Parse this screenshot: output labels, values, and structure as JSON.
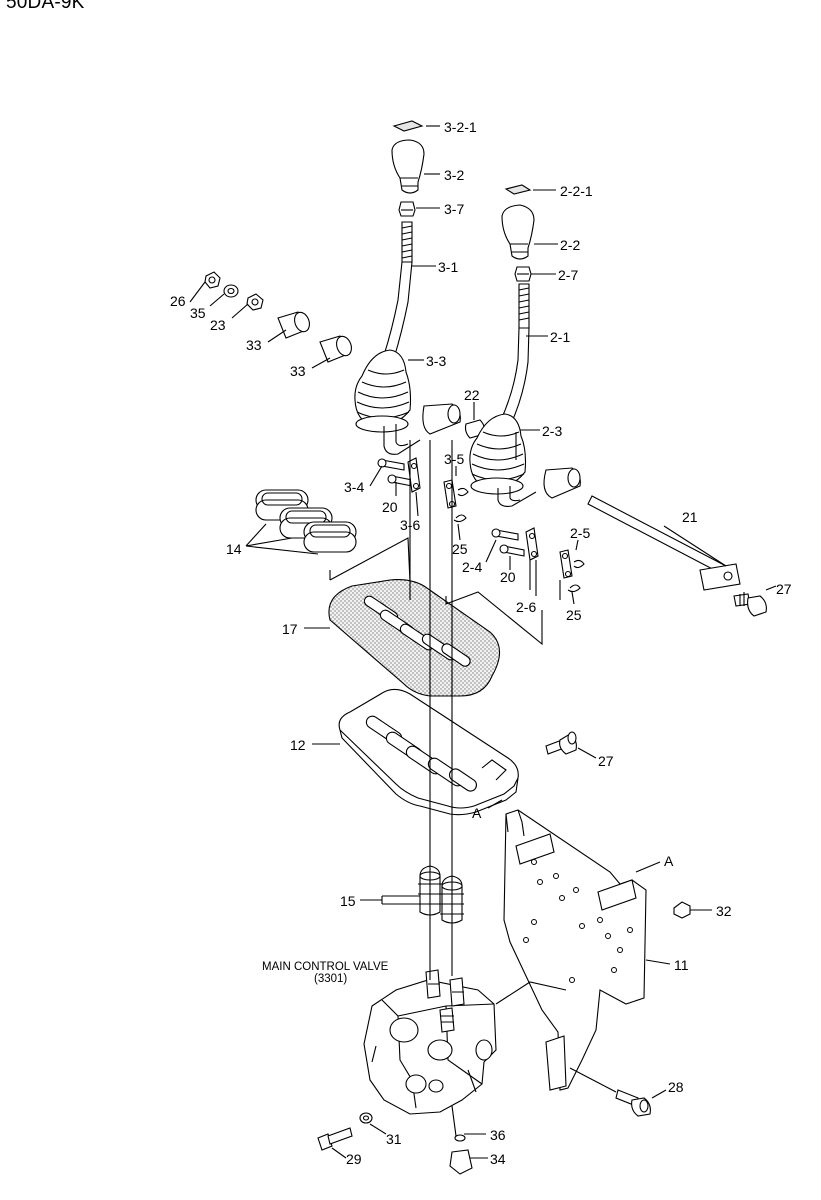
{
  "model": "50DA-9K",
  "main_valve": {
    "line1": "MAIN CONTROL VALVE",
    "line2": "(3301)"
  },
  "callouts": {
    "c3_2_1": "3-2-1",
    "c3_2": "3-2",
    "c3_7": "3-7",
    "c3_1": "3-1",
    "c3_3": "3-3",
    "c3_4": "3-4",
    "c3_5": "3-5",
    "c3_6": "3-6",
    "c2_2_1": "2-2-1",
    "c2_2": "2-2",
    "c2_7": "2-7",
    "c2_1": "2-1",
    "c2_3": "2-3",
    "c2_4": "2-4",
    "c2_5": "2-5",
    "c2_6": "2-6",
    "c26": "26",
    "c35": "35",
    "c23": "23",
    "c33a": "33",
    "c33b": "33",
    "c22": "22",
    "c20a": "20",
    "c20b": "20",
    "c25a": "25",
    "c25b": "25",
    "c21": "21",
    "c27a": "27",
    "c27b": "27",
    "c14": "14",
    "c17": "17",
    "c12": "12",
    "cA1": "A",
    "cA2": "A",
    "c15": "15",
    "c32": "32",
    "c11": "11",
    "c28": "28",
    "c31": "31",
    "c36": "36",
    "c29": "29",
    "c34": "34"
  }
}
